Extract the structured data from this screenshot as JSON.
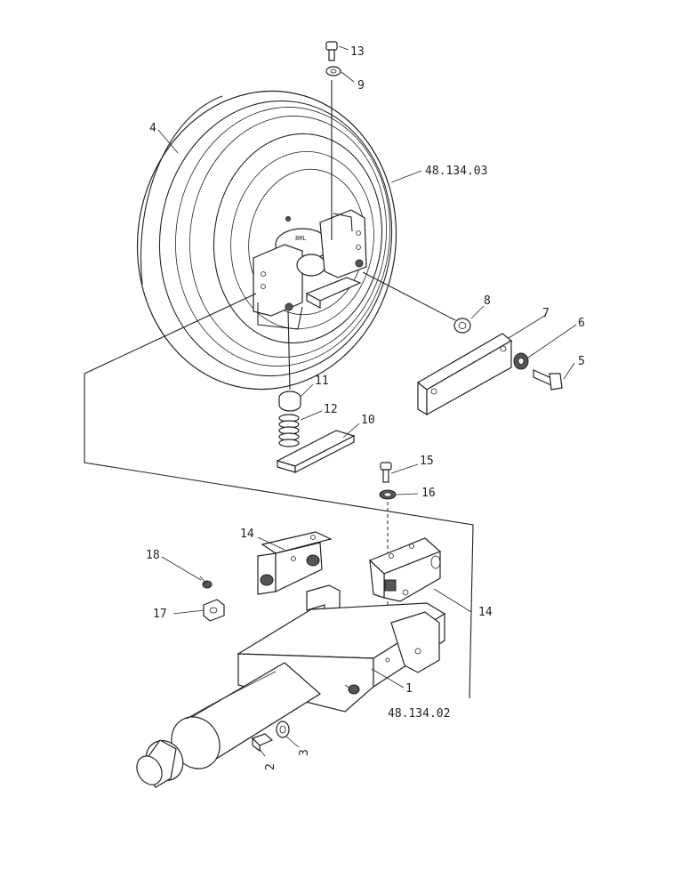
{
  "diagram": {
    "callouts": [
      {
        "id": "c13",
        "text": "13"
      },
      {
        "id": "c9",
        "text": "9"
      },
      {
        "id": "c4",
        "text": "4"
      },
      {
        "id": "cref03",
        "text": "48.134.03"
      },
      {
        "id": "c8",
        "text": "8"
      },
      {
        "id": "c7",
        "text": "7"
      },
      {
        "id": "c6",
        "text": "6"
      },
      {
        "id": "c5",
        "text": "5"
      },
      {
        "id": "c11",
        "text": "11"
      },
      {
        "id": "c12",
        "text": "12"
      },
      {
        "id": "c10",
        "text": "10"
      },
      {
        "id": "c15",
        "text": "15"
      },
      {
        "id": "c16",
        "text": "16"
      },
      {
        "id": "c14a",
        "text": "14"
      },
      {
        "id": "c14b",
        "text": "14"
      },
      {
        "id": "c18",
        "text": "18"
      },
      {
        "id": "c17",
        "text": "17"
      },
      {
        "id": "c1",
        "text": "1"
      },
      {
        "id": "cref02",
        "text": "48.134.02"
      },
      {
        "id": "c2",
        "text": "2"
      },
      {
        "id": "c3",
        "text": "3"
      }
    ]
  }
}
